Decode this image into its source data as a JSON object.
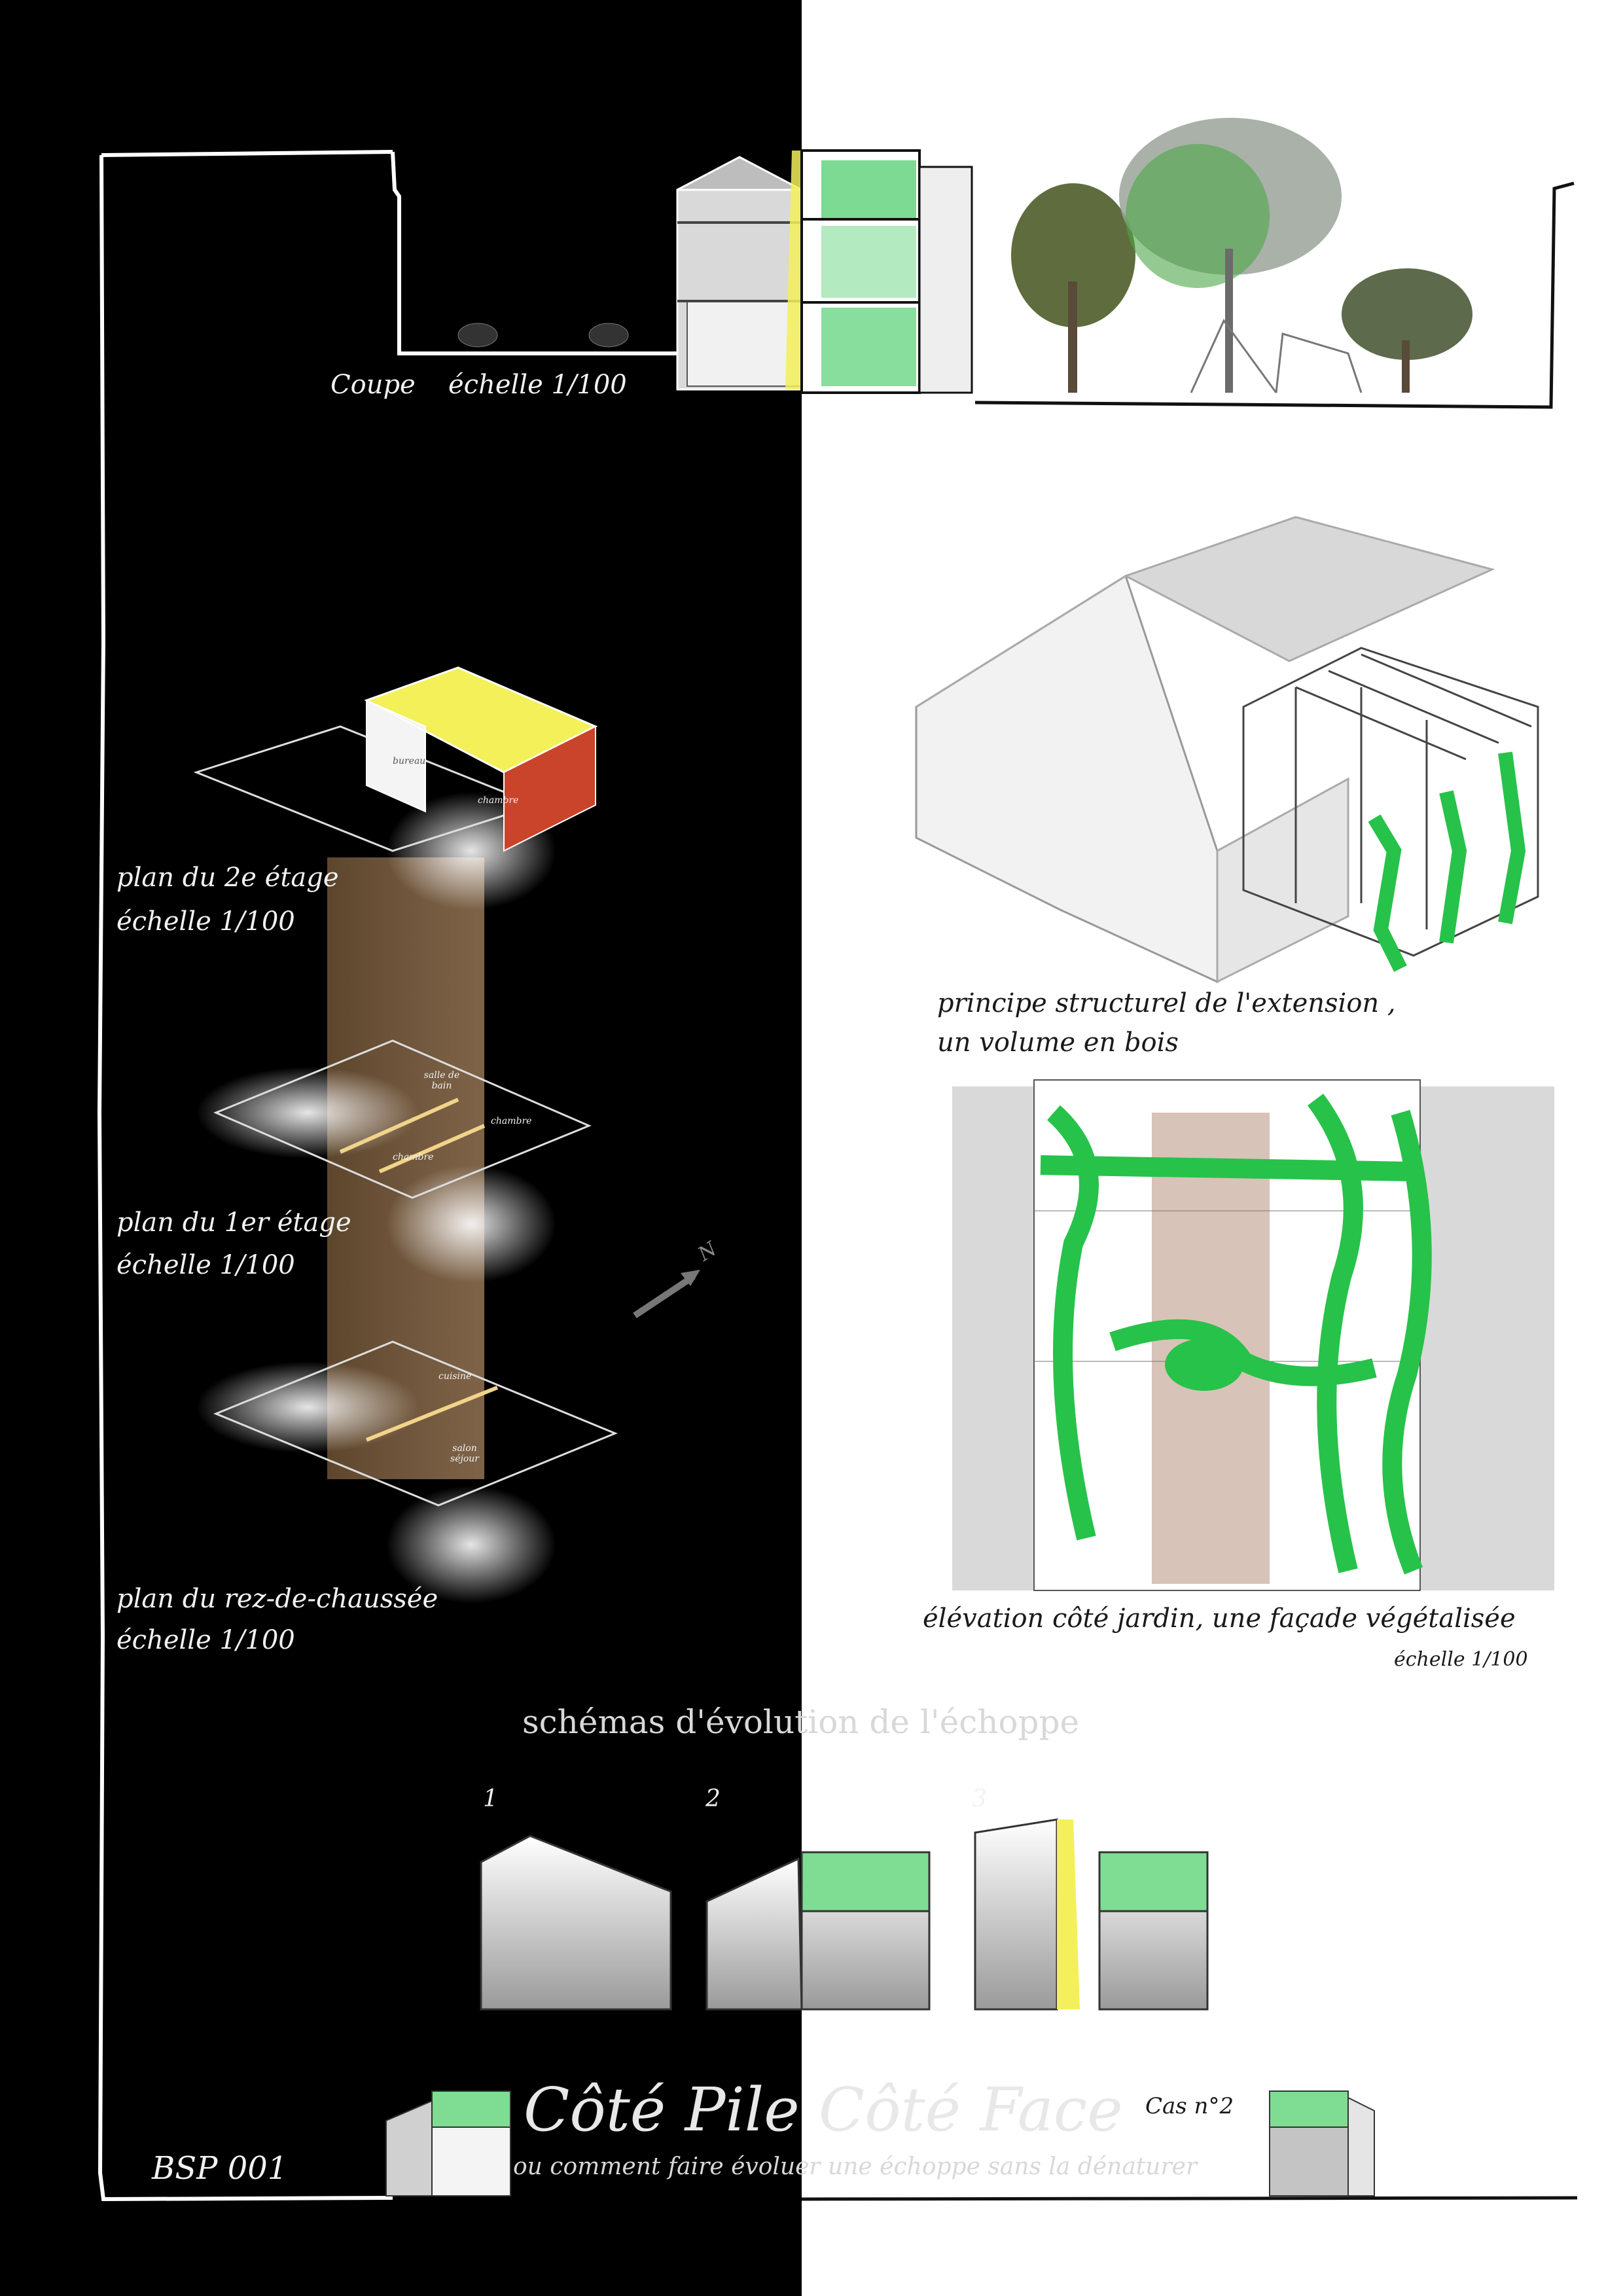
{
  "colors": {
    "left_bg": "#000000",
    "right_bg": "#ffffff",
    "green": "#27c24a",
    "pale_green": "#7fdc93",
    "yellow": "#f3f05a",
    "red": "#c9442a",
    "beam": "#8a6a48"
  },
  "section": {
    "caption_coupe": "Coupe",
    "caption_scale": "échelle 1/100"
  },
  "plans": {
    "second": {
      "title": "plan du 2e étage",
      "scale": "échelle 1/100",
      "room_bureau": "bureau",
      "room_chambre": "chambre"
    },
    "first": {
      "title": "plan du 1er étage",
      "scale": "échelle 1/100",
      "room_bath": "salle de bain",
      "room_chambre_a": "chambre",
      "room_chambre_b": "chambre"
    },
    "ground": {
      "title": "plan du rez-de-chaussée",
      "scale": "échelle 1/100",
      "room_cuisine": "cuisine",
      "room_salon": "salon séjour"
    },
    "north": "N"
  },
  "structure": {
    "line1": "principe structurel de l'extension ,",
    "line2": "un volume en bois"
  },
  "elevation": {
    "caption": "élévation côté jardin, une façade végétalisée",
    "scale": "échelle 1/100"
  },
  "evolution": {
    "title": "schémas d'évolution de l'échoppe",
    "steps": [
      "1",
      "2",
      "3"
    ]
  },
  "footer": {
    "title": "Côté Pile Côté Face",
    "case": "Cas n°2",
    "subtitle": "ou comment faire évoluer une échoppe sans la dénaturer",
    "code": "BSP 001"
  }
}
